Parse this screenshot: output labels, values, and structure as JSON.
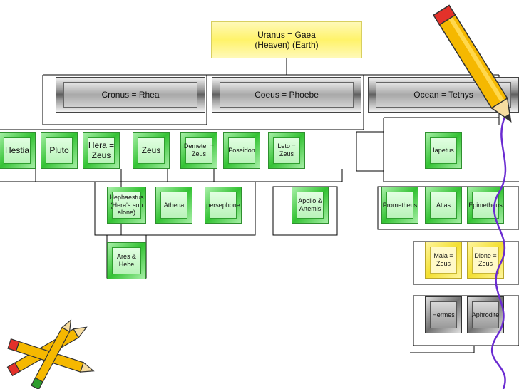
{
  "nodes": {
    "uranus_gaea": "Uranus = Gaea\n(Heaven)  (Earth)",
    "cronus_rhea": "Cronus = Rhea",
    "coeus_phoebe": "Coeus = Phoebe",
    "ocean_tethys": "Ocean = Tethys",
    "hestia": "Hestia",
    "pluto": "Pluto",
    "hera_zeus": "Hera =\nZeus",
    "zeus": "Zeus",
    "demeter_zeus": "Demeter =\nZeus",
    "poseidon": "Poseidon",
    "leto_zeus": "Leto =\nZeus",
    "iapetus": "Iapetus",
    "hephaestus": "Hephaestus\n(Hera's son\nalone)",
    "athena": "Athena",
    "persephone": "persephone",
    "apollo_artemis": "Apollo &\nArtemis",
    "prometheus": "Prometheus",
    "atlas": "Atlas",
    "epimetheus": "Epimetheus",
    "ares_hebe": "Ares &\nHebe",
    "maia_zeus": "Maia =\nZeus",
    "dione_zeus": "Dione =\nZeus",
    "hermes": "Hermes",
    "aphrodite": "Aphrodite"
  },
  "colors": {
    "line": "#000000",
    "pencil_body": "#f5b800",
    "pencil_tip": "#e3312a",
    "squiggle": "#6a2bd1",
    "marker_green": "#2e9e2e"
  },
  "decorations": [
    "pencil-icon",
    "pencils-icon",
    "squiggle-line"
  ]
}
